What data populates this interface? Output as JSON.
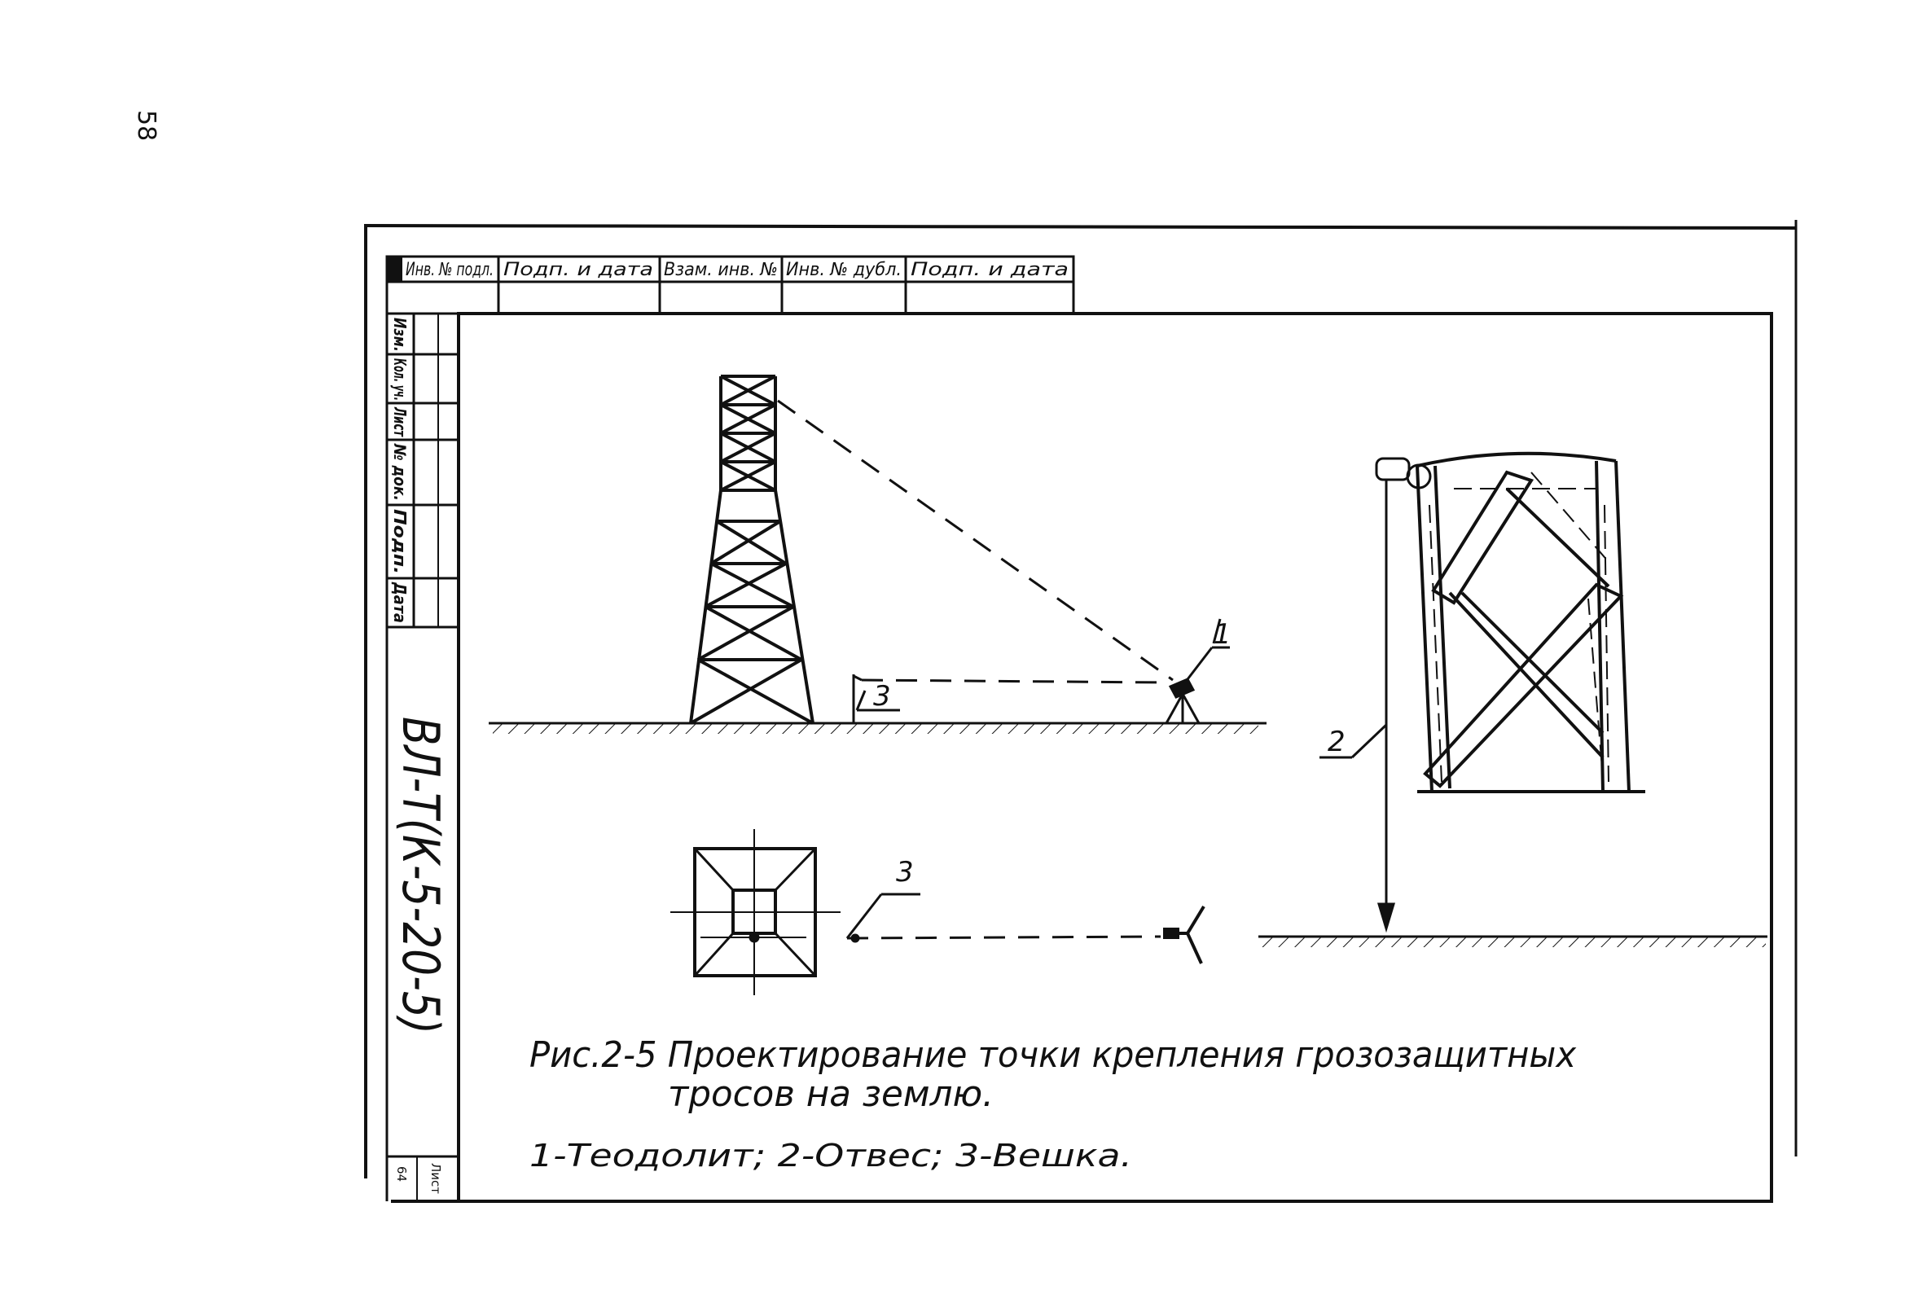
{
  "page": {
    "number": "58"
  },
  "stamp": {
    "columns": [
      "Инв. № подл.",
      "Подп. и дата",
      "Взам. инв. №",
      "Инв. № дубл.",
      "Подп. и дата"
    ]
  },
  "side_table": {
    "rows": [
      "Изм.",
      "Кол. уч.",
      "Лист",
      "№ док.",
      "Подп.",
      "Дата"
    ]
  },
  "document": {
    "code": "ВЛ-Т(К-5-20-5)"
  },
  "sheet": {
    "label": "Лист",
    "number": "64"
  },
  "figure": {
    "labels": {
      "theodolite": "1",
      "plumb": "2",
      "rod_top": "3",
      "rod_plan": "3"
    },
    "caption_line1": "Рис.2-5  Проектирование точки крепления грозозащитных",
    "caption_line2": "тросов на землю.",
    "legend": "1-Теодолит;  2-Отвес;  3-Вешка."
  }
}
